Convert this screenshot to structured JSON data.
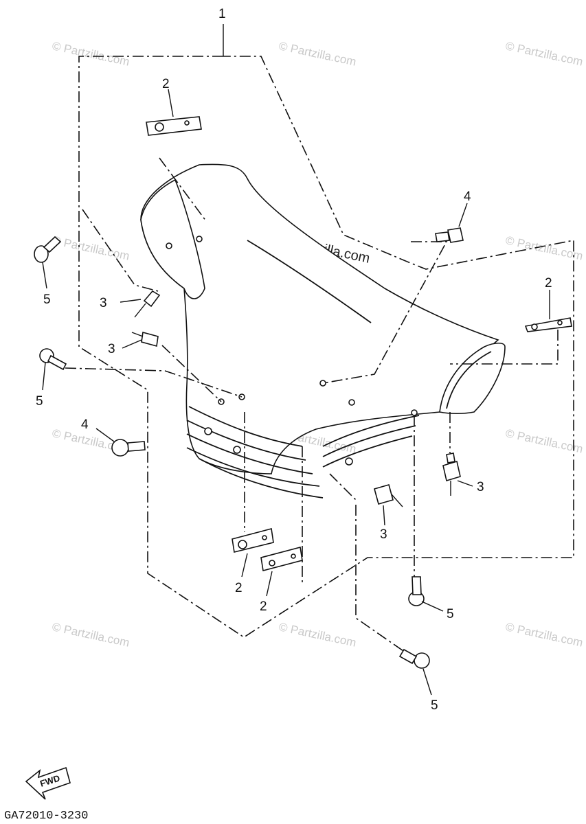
{
  "diagram": {
    "callouts": {
      "assembly": "1",
      "nut_plate": "2",
      "rivet": "3",
      "bolt_large": "4",
      "screw": "5"
    },
    "watermark": {
      "short": "© Partzilla.com",
      "center": "© Partzilla.com"
    },
    "fwd_label": "FWD",
    "drawing_code": "GA72010-3230"
  }
}
